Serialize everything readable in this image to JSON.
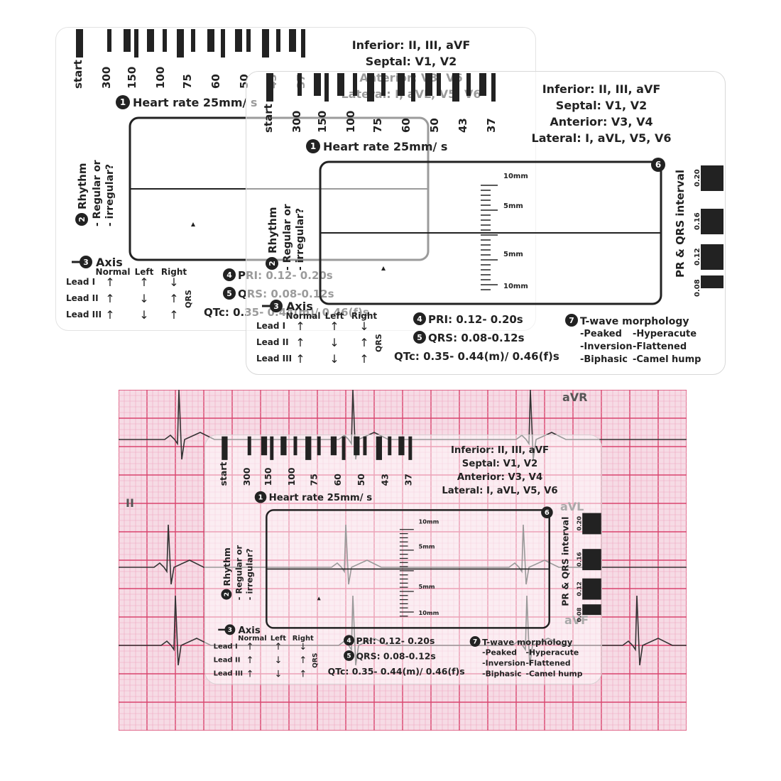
{
  "card": {
    "rate_labels": [
      "start",
      "300",
      "150",
      "100",
      "75",
      "60",
      "50",
      "43",
      "37"
    ],
    "territories": [
      "Inferior: II, III, aVF",
      "Septal: V1, V2",
      "Anterior: V3, V4",
      "Lateral: I, aVL, V5, V6"
    ],
    "territories_card1": [
      "Inferior: II, III, aVF",
      "Septal: V1, V2",
      "Anterior: V3, V6",
      "Lateral: I, aVL, V5, V6"
    ],
    "heart_rate": "Heart rate 25mm/ s",
    "rhythm_title": "Rhythm",
    "rhythm_line1": "- Regular or",
    "rhythm_line2": "- irregular?",
    "axis_title": "Axis",
    "axis_headers": [
      "Normal",
      "Left",
      "Right"
    ],
    "axis_rows": [
      {
        "lead": "Lead I",
        "arrows": [
          "↑",
          "↑",
          "↓"
        ]
      },
      {
        "lead": "Lead II",
        "arrows": [
          "↑",
          "↓",
          "↑"
        ]
      },
      {
        "lead": "Lead III",
        "arrows": [
          "↑",
          "↓",
          "↑"
        ]
      }
    ],
    "qrs_label": "QRS",
    "pri": "PRI: 0.12- 0.20s",
    "qrs": "QRS: 0.08-0.12s",
    "qtc": "QTc: 0.35- 0.44(m)/ 0.46(f)s",
    "twave_title": "T-wave morphology",
    "twave_items": [
      "-Peaked",
      "-Hyperacute",
      "-Inversion",
      "-Flattened",
      "-Biphasic",
      "-Camel hump"
    ],
    "interval_title": "PR & QRS interval",
    "interval_values": [
      "0.20",
      "0.16",
      "0.12",
      "0.08"
    ],
    "mm_labels": [
      "10mm",
      "5mm",
      "5mm",
      "10mm"
    ],
    "numbers": [
      "1",
      "2",
      "3",
      "4",
      "5",
      "6",
      "7"
    ]
  },
  "ecg_labels": [
    "aVR",
    "II",
    "aVL",
    "aVF"
  ],
  "colors": {
    "ecg_paper": "#f6dbe5",
    "grid_minor": "#f0a7bf",
    "grid_major": "#d9456f",
    "ink": "#222222"
  }
}
